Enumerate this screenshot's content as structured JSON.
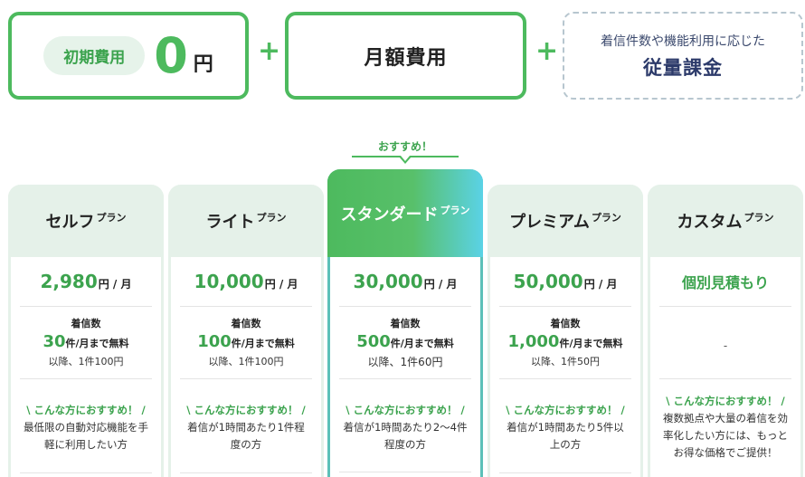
{
  "formula": {
    "initial_label": "初期費用",
    "initial_value": "0",
    "initial_unit": "円",
    "plus_1": "+",
    "monthly_label": "月額費用",
    "plus_2": "+",
    "usage_sub": "着信件数や機能利用に応じた",
    "usage_main": "従量課金"
  },
  "recommended_label": "おすすめ！",
  "plan_suffix": "プラン",
  "plans": [
    {
      "name": "セルフ",
      "price": "2,980",
      "price_unit": "円 / 月",
      "calls_label": "着信数",
      "calls_num": "30",
      "calls_text": "件/月まで無料",
      "calls_extra": "以降、1件100円",
      "rec_title": "\\ こんな方におすすめ！ /",
      "rec_desc": "最低限の自動対応機能を手軽に利用したい方"
    },
    {
      "name": "ライト",
      "price": "10,000",
      "price_unit": "円 / 月",
      "calls_label": "着信数",
      "calls_num": "100",
      "calls_text": "件/月まで無料",
      "calls_extra": "以降、1件100円",
      "rec_title": "\\ こんな方におすすめ！ /",
      "rec_desc": "着信が1時間あたり1件程度の方"
    },
    {
      "name": "スタンダード",
      "price": "30,000",
      "price_unit": "円 / 月",
      "calls_label": "着信数",
      "calls_num": "500",
      "calls_text": "件/月まで無料",
      "calls_extra": "以降、1件60円",
      "rec_title": "\\ こんな方におすすめ！ /",
      "rec_desc": "着信が1時間あたり2〜4件程度の方"
    },
    {
      "name": "プレミアム",
      "price": "50,000",
      "price_unit": "円 / 月",
      "calls_label": "着信数",
      "calls_num": "1,000",
      "calls_text": "件/月まで無料",
      "calls_extra": "以降、1件50円",
      "rec_title": "\\ こんな方におすすめ！ /",
      "rec_desc": "着信が1時間あたり5件以上の方"
    },
    {
      "name": "カスタム",
      "price_estimate": "個別見積もり",
      "calls_dash": "-",
      "rec_title": "\\ こんな方におすすめ！ /",
      "rec_desc": "複数拠点や大量の着信を効率化したい方には、もっとお得な価格でご提供！"
    }
  ],
  "colors": {
    "accent_green": "#4dba5e",
    "header_bg": "#e5f1e9",
    "navy_text": "#2c3a6a",
    "featured_gradient_end": "#5ad2e6"
  }
}
